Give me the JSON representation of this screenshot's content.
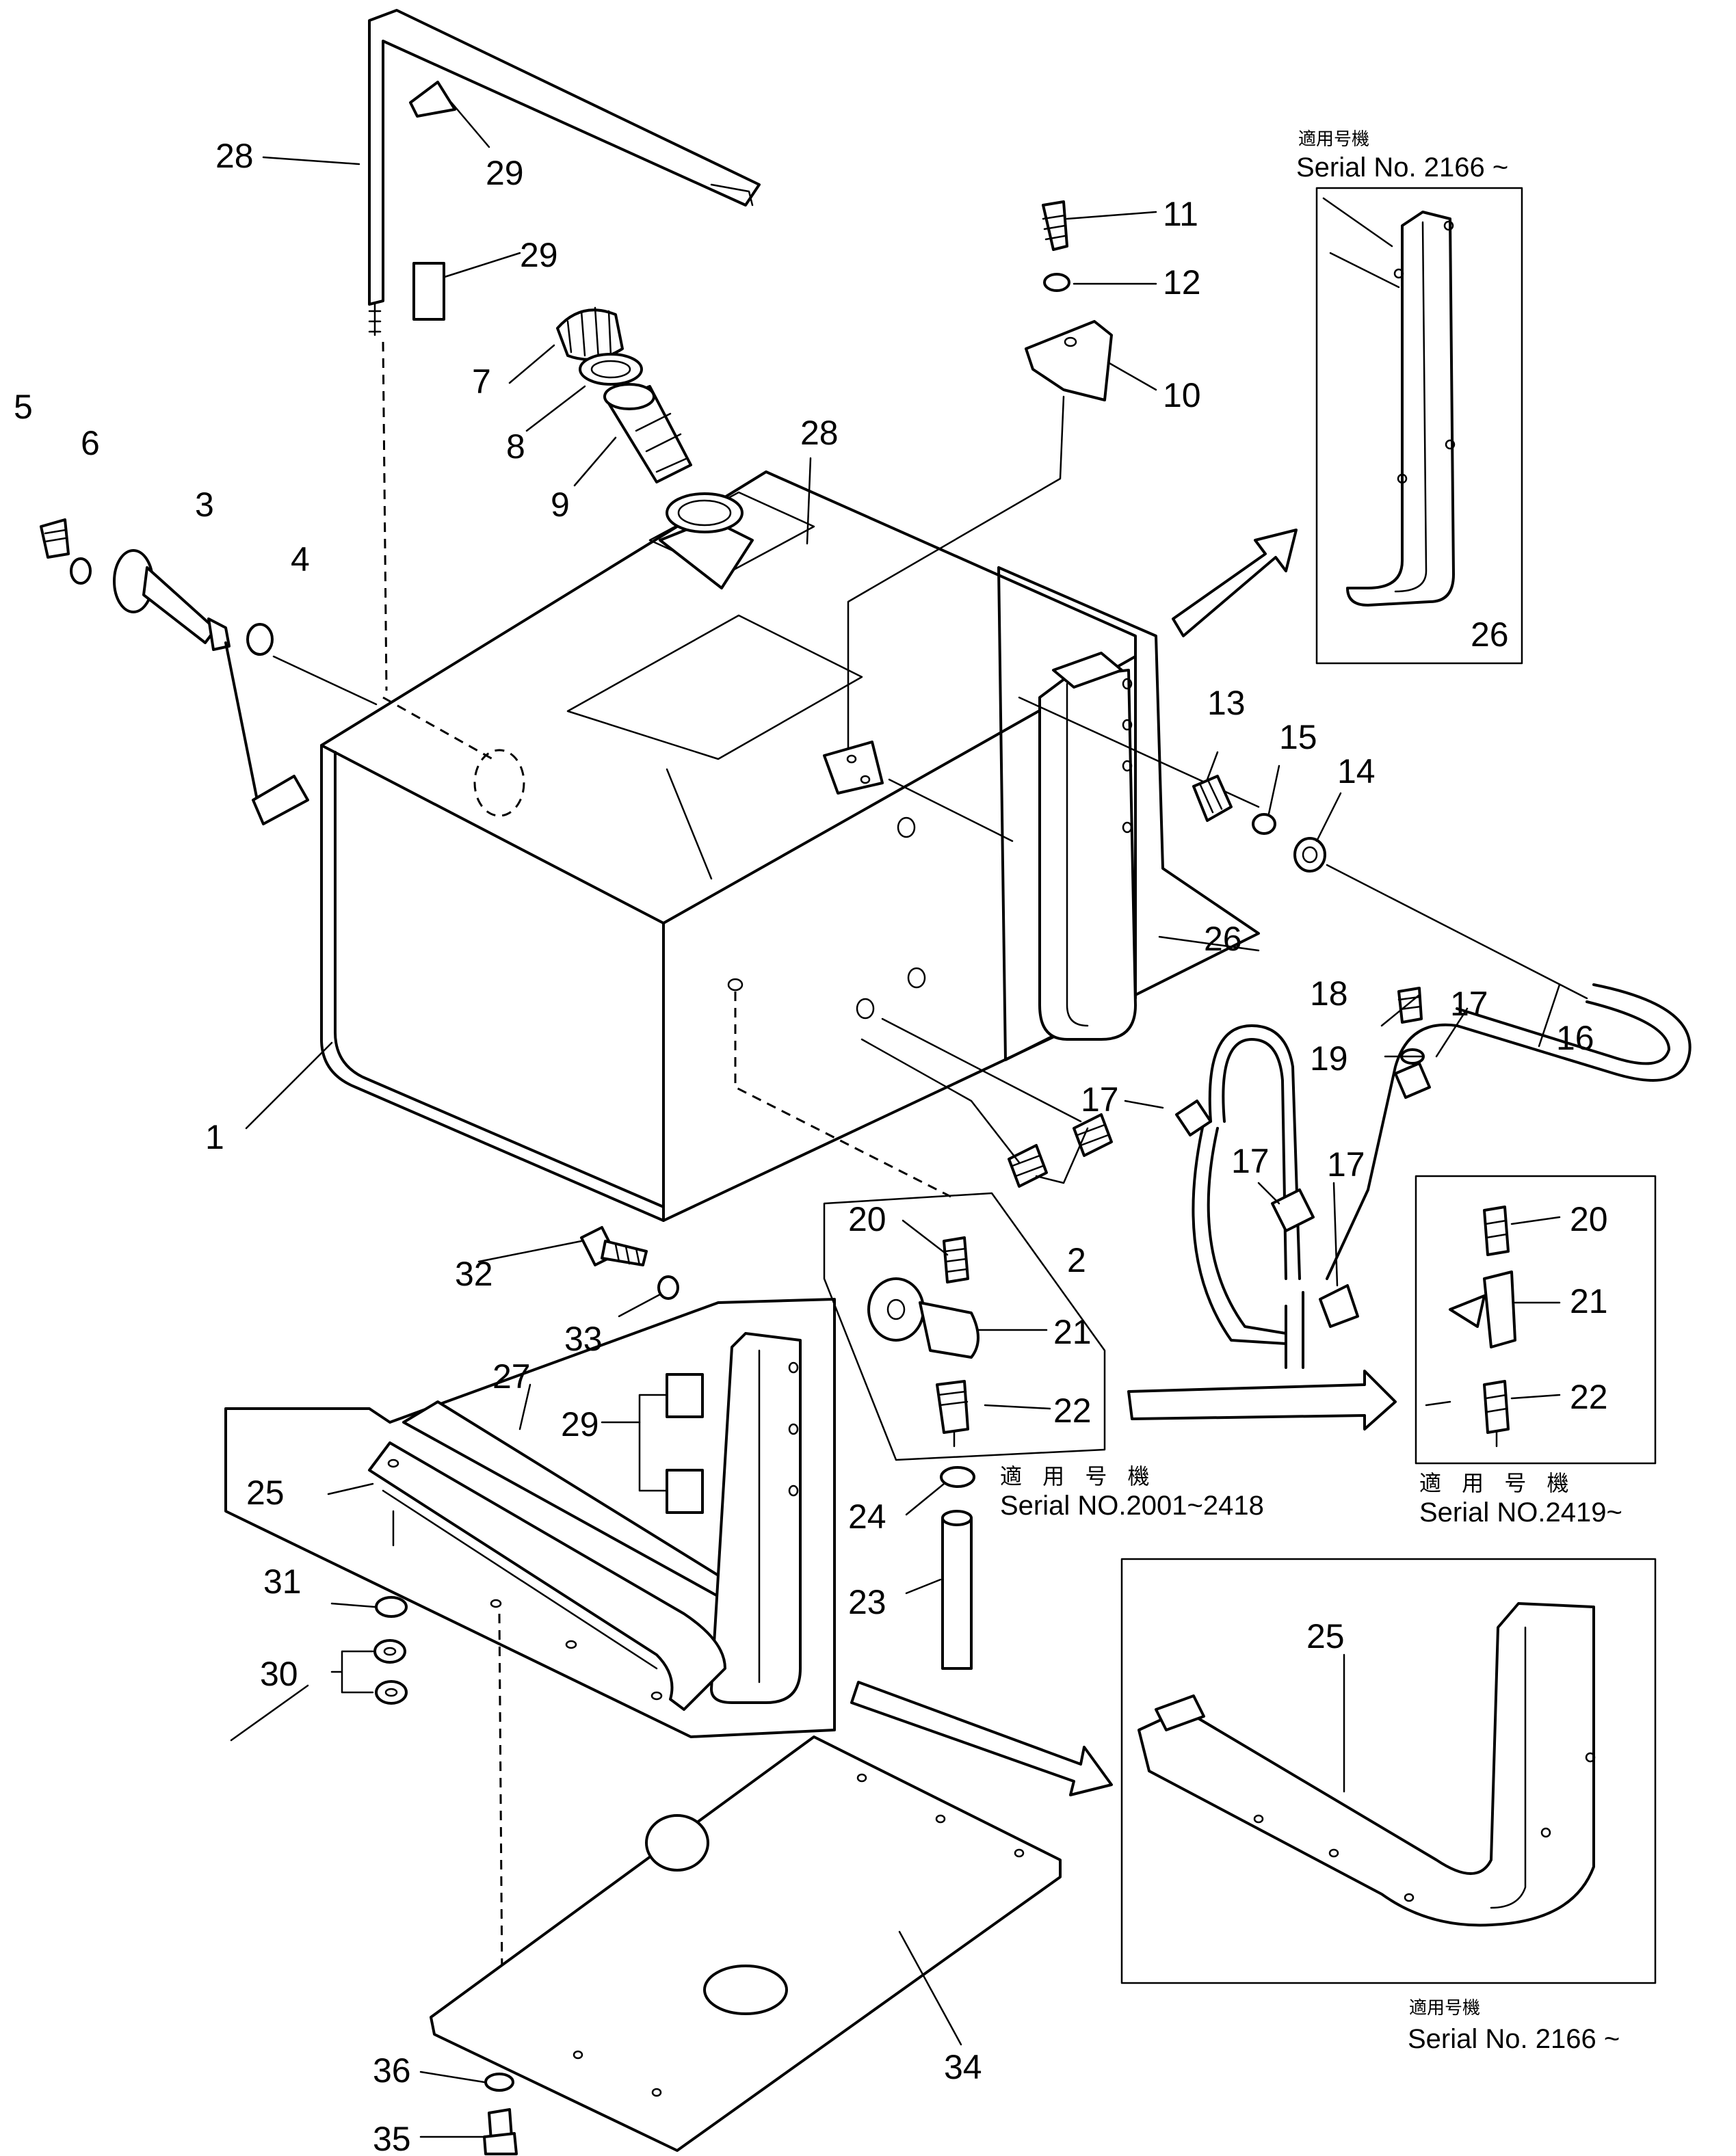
{
  "callouts": [
    {
      "id": "c1",
      "text": "1"
    },
    {
      "id": "c2",
      "text": "2"
    },
    {
      "id": "c3",
      "text": "3"
    },
    {
      "id": "c4",
      "text": "4"
    },
    {
      "id": "c5",
      "text": "5"
    },
    {
      "id": "c6",
      "text": "6"
    },
    {
      "id": "c7",
      "text": "7"
    },
    {
      "id": "c8",
      "text": "8"
    },
    {
      "id": "c9",
      "text": "9"
    },
    {
      "id": "c10",
      "text": "10"
    },
    {
      "id": "c11",
      "text": "11"
    },
    {
      "id": "c12",
      "text": "12"
    },
    {
      "id": "c13",
      "text": "13"
    },
    {
      "id": "c14",
      "text": "14"
    },
    {
      "id": "c15",
      "text": "15"
    },
    {
      "id": "c16",
      "text": "16"
    },
    {
      "id": "c17",
      "text": "17"
    },
    {
      "id": "c18",
      "text": "18"
    },
    {
      "id": "c19",
      "text": "19"
    },
    {
      "id": "c20",
      "text": "20"
    },
    {
      "id": "c21",
      "text": "21"
    },
    {
      "id": "c22",
      "text": "22"
    },
    {
      "id": "c23",
      "text": "23"
    },
    {
      "id": "c24",
      "text": "24"
    },
    {
      "id": "c25",
      "text": "25"
    },
    {
      "id": "c26",
      "text": "26"
    },
    {
      "id": "c27",
      "text": "27"
    },
    {
      "id": "c28",
      "text": "28"
    },
    {
      "id": "c29",
      "text": "29"
    },
    {
      "id": "c30",
      "text": "30"
    },
    {
      "id": "c31",
      "text": "31"
    },
    {
      "id": "c32",
      "text": "32"
    },
    {
      "id": "c33",
      "text": "33"
    },
    {
      "id": "c34",
      "text": "34"
    },
    {
      "id": "c35",
      "text": "35"
    },
    {
      "id": "c36",
      "text": "36"
    }
  ],
  "notes": {
    "applicable_jp": "適用号機",
    "applicable_jp_spaced": "適 用 号 機",
    "serial_2166": "Serial No. 2166 ~",
    "serial_2001_2418": "Serial NO.2001~2418",
    "serial_2419": "Serial NO.2419~"
  }
}
